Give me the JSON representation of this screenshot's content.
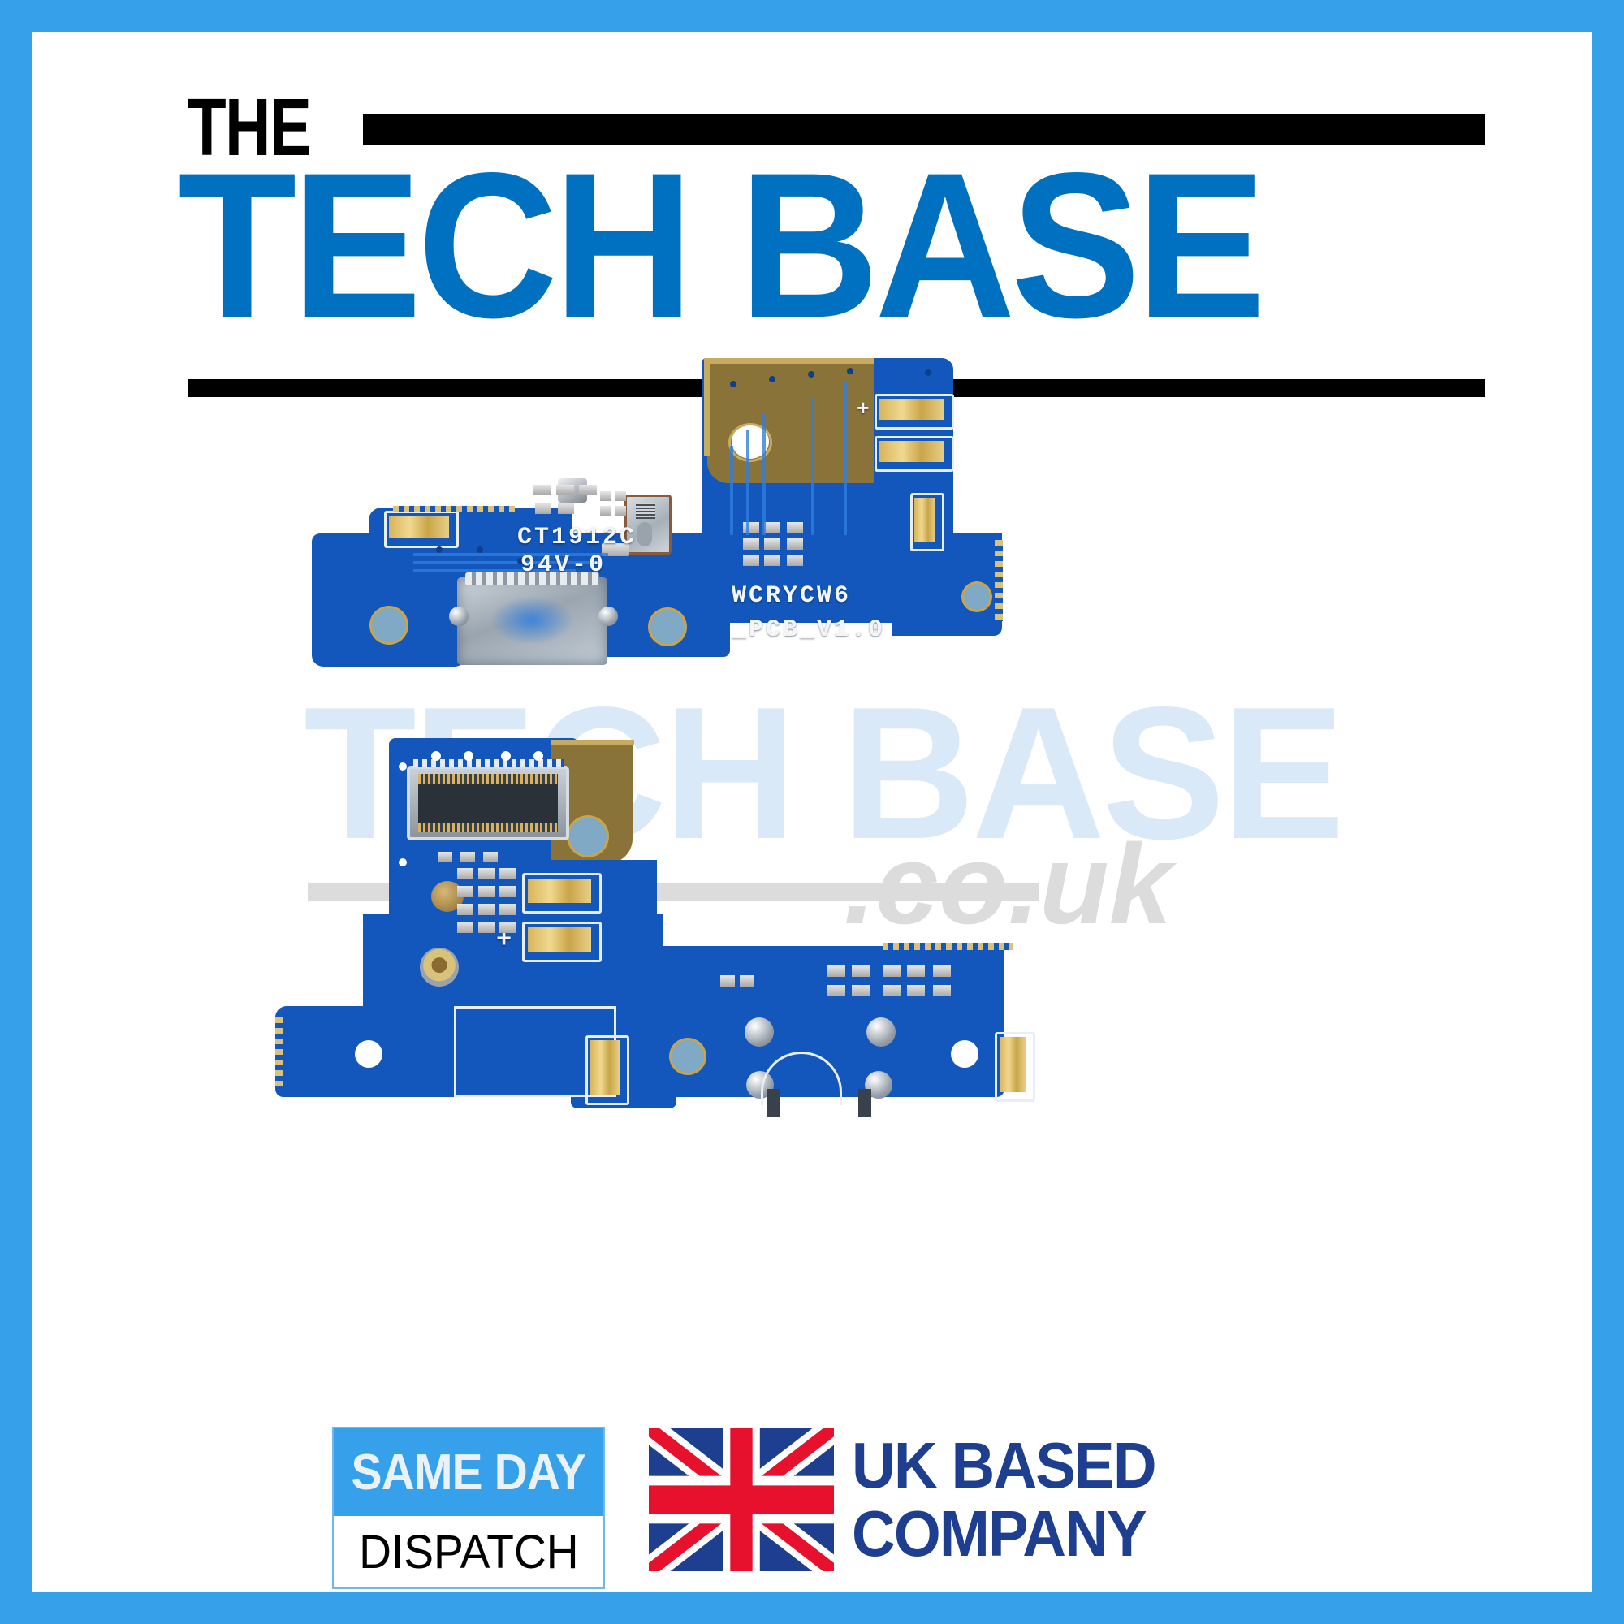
{
  "page": {
    "border_color": "#36a0eb",
    "background_color": "#ffffff"
  },
  "logo": {
    "the": "THE",
    "brand": "TECH BASE",
    "brand_color": "#0070c0",
    "rule_color": "#000000"
  },
  "watermark": {
    "text": "TECH BASE",
    "suffix": ".co.uk",
    "text_color": "#d9e9f7",
    "suffix_color": "#dcdcdc"
  },
  "product": {
    "alt": "charging port flex board",
    "boards": [
      {
        "name": "front-view-board"
      },
      {
        "name": "rear-view-board"
      }
    ],
    "markings": {
      "ul_code": "CT1912C",
      "flammability": "94V-0",
      "pcb_name": "WCRYCW6",
      "pcb_version": "_PCB_V1.0",
      "polarity_plus": "+"
    }
  },
  "badges": {
    "same_day": {
      "line1": "SAME DAY",
      "line2": "DISPATCH",
      "banner_color": "#36a0eb",
      "border_color": "#6cb8ef"
    },
    "uk": {
      "line1": "UK BASED",
      "line2": "COMPANY",
      "text_color": "#1e3f8f",
      "flag_name": "union-jack-flag"
    }
  }
}
